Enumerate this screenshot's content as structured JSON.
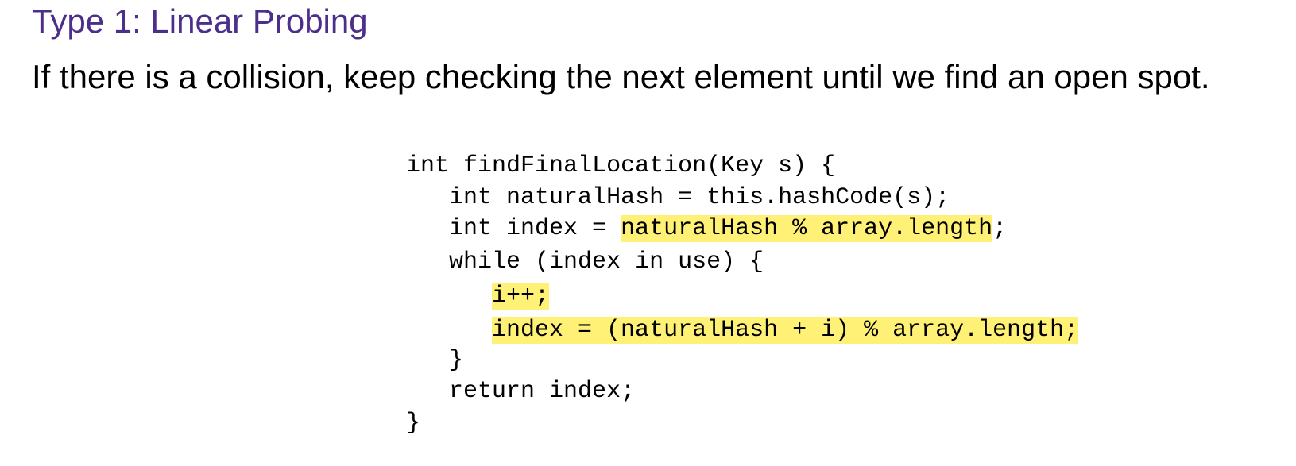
{
  "slide": {
    "title": "Type 1: Linear Probing",
    "subtitle": "If there is a collision, keep checking the next element until we find an open spot.",
    "title_color": "#4b2f8a",
    "highlight_color": "#fff176"
  },
  "code": {
    "line1": "int findFinalLocation(Key s) {",
    "line2": "int naturalHash = this.hashCode(s);",
    "line3_pre": "int index = ",
    "line3_hl": "naturalHash % array.length",
    "line3_post": ";",
    "line4": "while (index in use) {",
    "line5_hl": "i++;",
    "line6_hl": "index = (naturalHash + i) % array.length;",
    "line7": "}",
    "line8": "return index;",
    "line9": "}"
  }
}
